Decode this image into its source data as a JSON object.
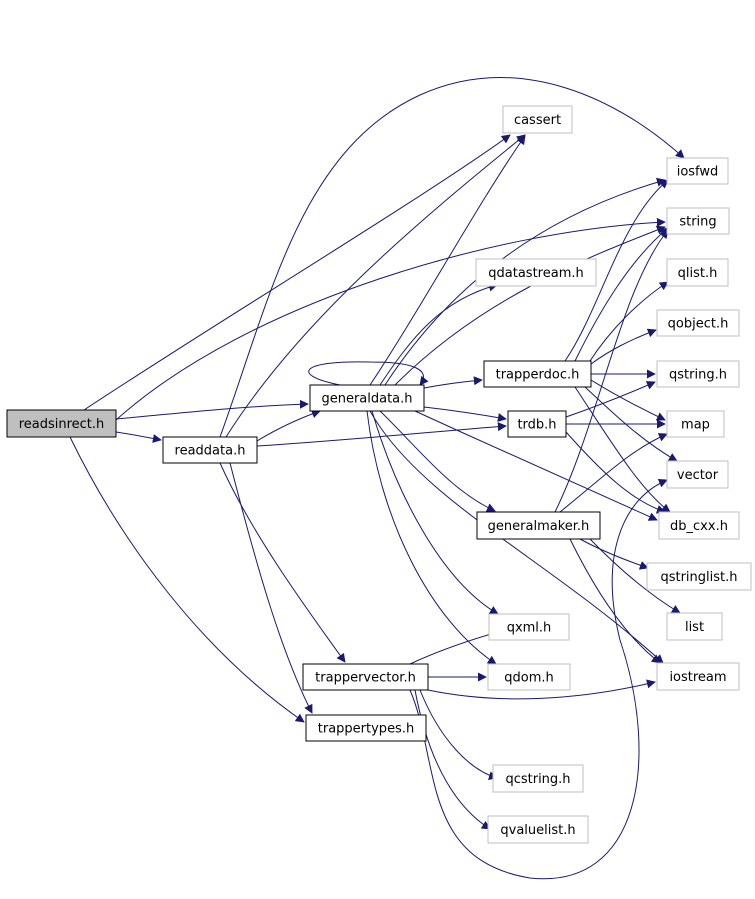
{
  "diagram": {
    "colors": {
      "edge": "#191970",
      "node_border": "#000000",
      "node_border_external": "#bfbfbf",
      "root_fill": "#bfbfbf",
      "node_fill": "#ffffff"
    },
    "nodes": [
      {
        "id": "readsinrect",
        "label": "readsinrect.h",
        "style": "root"
      },
      {
        "id": "readdata",
        "label": "readdata.h",
        "style": "internal"
      },
      {
        "id": "generaldata",
        "label": "generaldata.h",
        "style": "internal"
      },
      {
        "id": "trapperdoc",
        "label": "trapperdoc.h",
        "style": "internal"
      },
      {
        "id": "trdb",
        "label": "trdb.h",
        "style": "internal"
      },
      {
        "id": "generalmaker",
        "label": "generalmaker.h",
        "style": "internal"
      },
      {
        "id": "trappervector",
        "label": "trappervector.h",
        "style": "internal"
      },
      {
        "id": "trappertypes",
        "label": "trappertypes.h",
        "style": "internal"
      },
      {
        "id": "cassert",
        "label": "cassert",
        "style": "external"
      },
      {
        "id": "iosfwd",
        "label": "iosfwd",
        "style": "external"
      },
      {
        "id": "string",
        "label": "string",
        "style": "external"
      },
      {
        "id": "qdatastream",
        "label": "qdatastream.h",
        "style": "external"
      },
      {
        "id": "qlist",
        "label": "qlist.h",
        "style": "external"
      },
      {
        "id": "qobject",
        "label": "qobject.h",
        "style": "external"
      },
      {
        "id": "qstring",
        "label": "qstring.h",
        "style": "external"
      },
      {
        "id": "map",
        "label": "map",
        "style": "external"
      },
      {
        "id": "vector",
        "label": "vector",
        "style": "external"
      },
      {
        "id": "db_cxx",
        "label": "db_cxx.h",
        "style": "external"
      },
      {
        "id": "qstringlist",
        "label": "qstringlist.h",
        "style": "external"
      },
      {
        "id": "list",
        "label": "list",
        "style": "external"
      },
      {
        "id": "iostream",
        "label": "iostream",
        "style": "external"
      },
      {
        "id": "qxml",
        "label": "qxml.h",
        "style": "external"
      },
      {
        "id": "qdom",
        "label": "qdom.h",
        "style": "external"
      },
      {
        "id": "qcstring",
        "label": "qcstring.h",
        "style": "external"
      },
      {
        "id": "qvaluelist",
        "label": "qvaluelist.h",
        "style": "external"
      }
    ],
    "edges": [
      [
        "readsinrect",
        "cassert"
      ],
      [
        "readsinrect",
        "string"
      ],
      [
        "readsinrect",
        "generaldata"
      ],
      [
        "readsinrect",
        "readdata"
      ],
      [
        "readsinrect",
        "trappertypes"
      ],
      [
        "readdata",
        "iosfwd"
      ],
      [
        "readdata",
        "cassert"
      ],
      [
        "readdata",
        "generaldata"
      ],
      [
        "readdata",
        "trdb"
      ],
      [
        "readdata",
        "trappervector"
      ],
      [
        "readdata",
        "trappertypes"
      ],
      [
        "generaldata",
        "generaldata"
      ],
      [
        "generaldata",
        "cassert"
      ],
      [
        "generaldata",
        "iosfwd"
      ],
      [
        "generaldata",
        "string"
      ],
      [
        "generaldata",
        "qdatastream"
      ],
      [
        "generaldata",
        "trapperdoc"
      ],
      [
        "generaldata",
        "trdb"
      ],
      [
        "generaldata",
        "generalmaker"
      ],
      [
        "generaldata",
        "db_cxx"
      ],
      [
        "generaldata",
        "iostream"
      ],
      [
        "generaldata",
        "qxml"
      ],
      [
        "generaldata",
        "qdom"
      ],
      [
        "trapperdoc",
        "iosfwd"
      ],
      [
        "trapperdoc",
        "string"
      ],
      [
        "trapperdoc",
        "qlist"
      ],
      [
        "trapperdoc",
        "qobject"
      ],
      [
        "trapperdoc",
        "qstring"
      ],
      [
        "trapperdoc",
        "map"
      ],
      [
        "trapperdoc",
        "vector"
      ],
      [
        "trapperdoc",
        "db_cxx"
      ],
      [
        "trdb",
        "qstring"
      ],
      [
        "trdb",
        "map"
      ],
      [
        "trdb",
        "db_cxx"
      ],
      [
        "generalmaker",
        "string"
      ],
      [
        "generalmaker",
        "map"
      ],
      [
        "generalmaker",
        "qstringlist"
      ],
      [
        "generalmaker",
        "list"
      ],
      [
        "generalmaker",
        "iostream"
      ],
      [
        "trappervector",
        "qxml"
      ],
      [
        "trappervector",
        "qdom"
      ],
      [
        "trappervector",
        "iostream"
      ],
      [
        "trappervector",
        "qcstring"
      ],
      [
        "trappervector",
        "qvaluelist"
      ],
      [
        "trappervector",
        "vector"
      ]
    ]
  }
}
